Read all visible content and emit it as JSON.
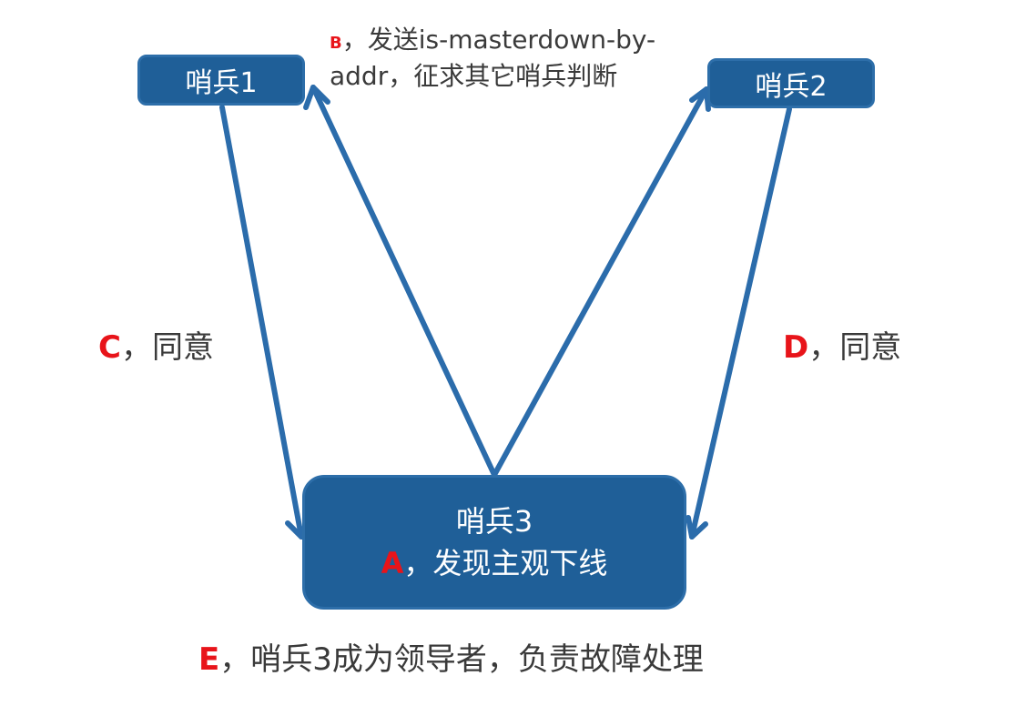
{
  "colors": {
    "node_fill": "#1f5f98",
    "node_border": "#2d6ea9",
    "arrow": "#2b6cab",
    "letter": "#e8141a",
    "text": "#3a3a3a",
    "node_text": "#ffffff"
  },
  "nodes": {
    "sentinel_1": {
      "label": "哨兵1"
    },
    "sentinel_2": {
      "label": "哨兵2"
    },
    "sentinel_3": {
      "label": "哨兵3",
      "status_letter": "A",
      "status_text": "，发现主观下线"
    }
  },
  "labels": {
    "b": {
      "letter": "B",
      "line1": "，发送is-masterdown-by-",
      "line2": "addr，征求其它哨兵判断"
    },
    "c": {
      "letter": "C",
      "text": "，同意"
    },
    "d": {
      "letter": "D",
      "text": "，同意"
    },
    "e": {
      "letter": "E",
      "text": "，哨兵3成为领导者，负责故障处理"
    }
  },
  "arrows": [
    {
      "from": "sentinel_3",
      "to": "sentinel_1",
      "step": "B"
    },
    {
      "from": "sentinel_3",
      "to": "sentinel_2",
      "step": "B"
    },
    {
      "from": "sentinel_1",
      "to": "sentinel_3",
      "step": "C"
    },
    {
      "from": "sentinel_2",
      "to": "sentinel_3",
      "step": "D"
    }
  ]
}
